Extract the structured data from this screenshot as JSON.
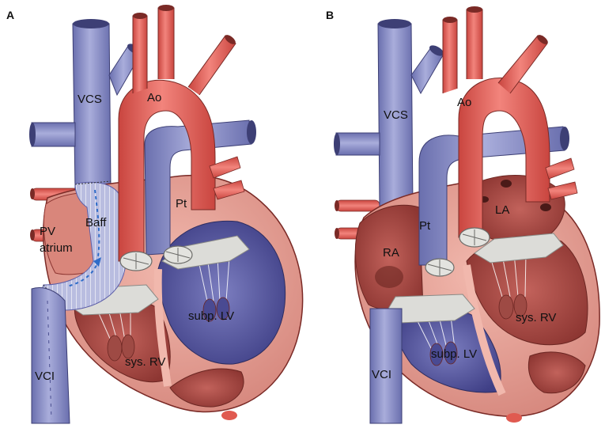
{
  "panels": [
    {
      "letter": "A",
      "labels": {
        "vcs": "VCS",
        "ao": "Ao",
        "pt": "Pt",
        "baff": "Baff",
        "pv_atrium_line1": "PV",
        "pv_atrium_line2": "atrium",
        "subp_lv": "subp. LV",
        "sys_rv": "sys. RV",
        "vci": "VCI"
      }
    },
    {
      "letter": "B",
      "labels": {
        "vcs": "VCS",
        "ao": "Ao",
        "pt": "Pt",
        "la": "LA",
        "ra": "RA",
        "sys_rv": "sys. RV",
        "subp_lv": "subp. LV",
        "vci": "VCI"
      }
    }
  ],
  "colors": {
    "artery_red": "#e8605a",
    "vein_blue": "#8a8fc8",
    "myocardium": "#e39a8e",
    "cavity_dark": "#b5524c",
    "lv_cavity": "#5d5fa8",
    "valve_gray": "#d9d9d6"
  }
}
